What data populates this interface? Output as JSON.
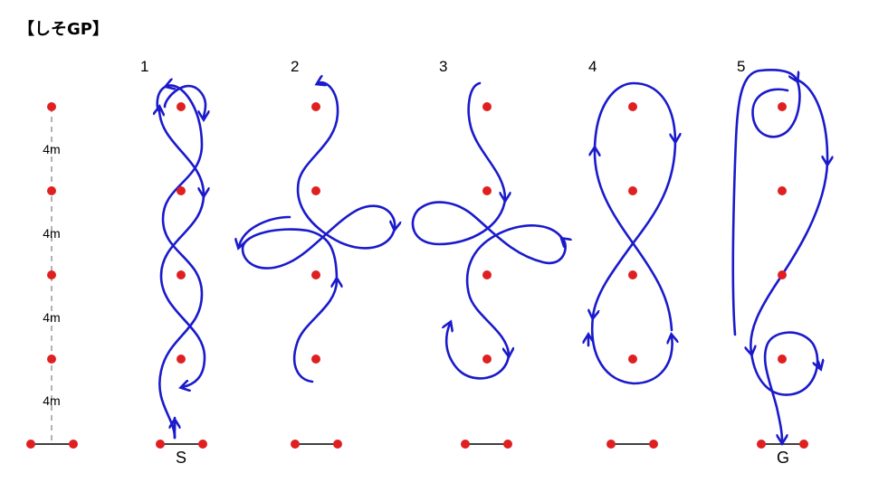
{
  "title": "【しそGP】",
  "colors": {
    "cone": "#e02020",
    "path": "#1a1acc",
    "guide": "#999999",
    "line": "#000000"
  },
  "distance_labels": [
    "4m",
    "4m",
    "4m",
    "4m"
  ],
  "patterns": [
    {
      "number": "1"
    },
    {
      "number": "2"
    },
    {
      "number": "3"
    },
    {
      "number": "4"
    },
    {
      "number": "5"
    }
  ],
  "start_label": "S",
  "goal_label": "G"
}
